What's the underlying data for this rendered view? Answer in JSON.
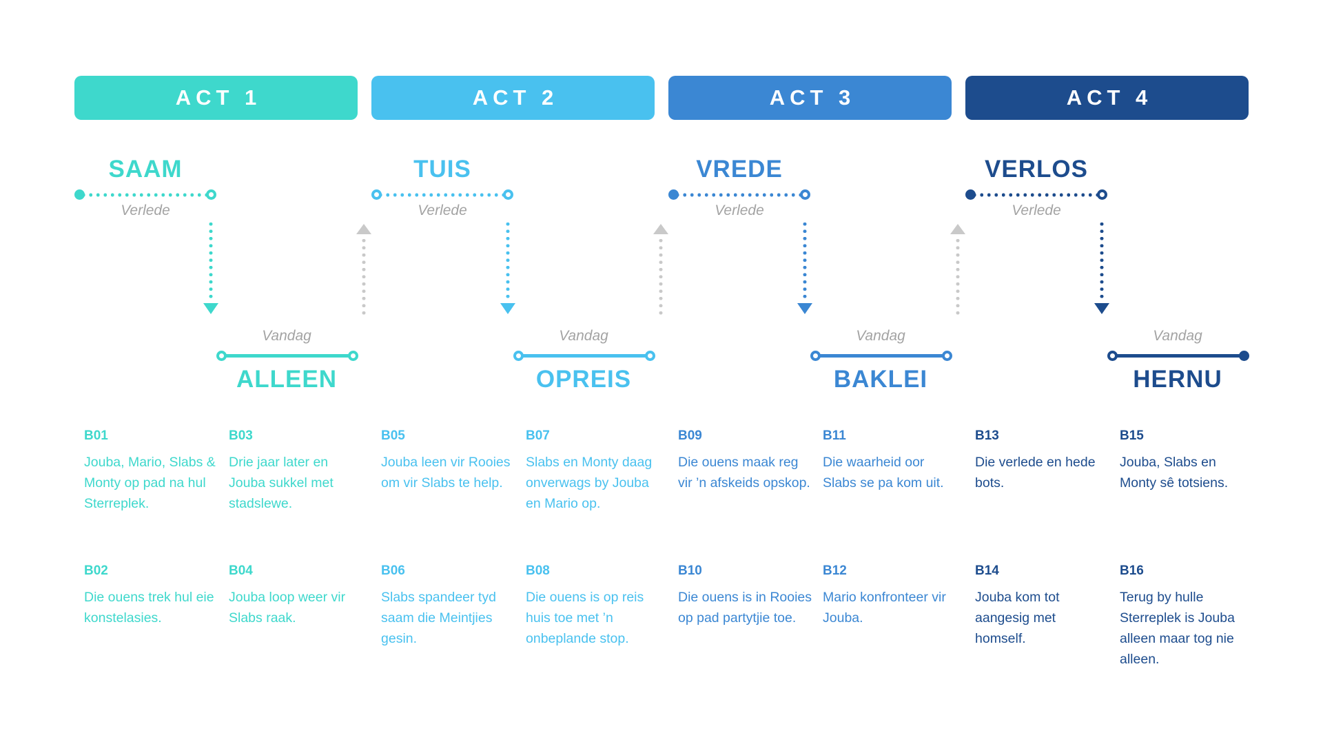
{
  "page": {
    "background": "#ffffff",
    "type": "story-beat-timeline-infographic"
  },
  "colors": {
    "act1": "#3ed8cc",
    "act2": "#49c1ef",
    "act3": "#3b87d3",
    "act4": "#1d4c8d",
    "caption_gray": "#a3a3a3",
    "connector_gray": "#c9c9c9",
    "header_text": "#ffffff"
  },
  "icons": {
    "down-arrow": "css-triangle-down",
    "up-arrow": "css-triangle-up",
    "line-endpoint-open": "ring-circle",
    "line-endpoint-filled": "solid-circle"
  },
  "acts": [
    {
      "label": "ACT 1",
      "color": "#3ed8cc",
      "timeline": {
        "top_word": "SAAM",
        "top_caption": "Verlede",
        "bottom_word": "ALLEEN",
        "bottom_caption": "Vandag",
        "top_line_ends": [
          "filled",
          "open"
        ],
        "bottom_line_ends": [
          "open",
          "open"
        ]
      },
      "beats_row1": [
        {
          "id": "B01",
          "text": "Jouba, Mario, Slabs & Monty op pad na hul Sterreplek."
        },
        {
          "id": "B03",
          "text": "Drie jaar later en Jouba sukkel met stadslewe."
        }
      ],
      "beats_row2": [
        {
          "id": "B02",
          "text": "Die ouens trek hul eie konstelasies."
        },
        {
          "id": "B04",
          "text": "Jouba loop weer vir Slabs raak."
        }
      ]
    },
    {
      "label": "ACT 2",
      "color": "#49c1ef",
      "timeline": {
        "top_word": "TUIS",
        "top_caption": "Verlede",
        "bottom_word": "OPREIS",
        "bottom_caption": "Vandag",
        "top_line_ends": [
          "open",
          "open"
        ],
        "bottom_line_ends": [
          "open",
          "open"
        ]
      },
      "beats_row1": [
        {
          "id": "B05",
          "text": "Jouba leen vir Rooies om vir Slabs te help."
        },
        {
          "id": "B07",
          "text": "Slabs en Monty daag onverwags by Jouba en Mario op."
        }
      ],
      "beats_row2": [
        {
          "id": "B06",
          "text": "Slabs spandeer tyd saam die Meintjies gesin."
        },
        {
          "id": "B08",
          "text": "Die ouens is op reis huis toe met ’n onbeplande stop."
        }
      ]
    },
    {
      "label": "ACT 3",
      "color": "#3b87d3",
      "timeline": {
        "top_word": "VREDE",
        "top_caption": "Verlede",
        "bottom_word": "BAKLEI",
        "bottom_caption": "Vandag",
        "top_line_ends": [
          "filled",
          "open"
        ],
        "bottom_line_ends": [
          "open",
          "open"
        ]
      },
      "beats_row1": [
        {
          "id": "B09",
          "text": "Die ouens maak reg vir ’n afskeids opskop."
        },
        {
          "id": "B11",
          "text": "Die waarheid oor Slabs se pa kom uit."
        }
      ],
      "beats_row2": [
        {
          "id": "B10",
          "text": "Die ouens is in Rooies op pad partytjie toe."
        },
        {
          "id": "B12",
          "text": "Mario konfronteer vir Jouba."
        }
      ]
    },
    {
      "label": "ACT 4",
      "color": "#1d4c8d",
      "timeline": {
        "top_word": "VERLOS",
        "top_caption": "Verlede",
        "bottom_word": "HERNU",
        "bottom_caption": "Vandag",
        "top_line_ends": [
          "filled",
          "open"
        ],
        "bottom_line_ends": [
          "open",
          "filled"
        ]
      },
      "beats_row1": [
        {
          "id": "B13",
          "text": "Die verlede en hede bots."
        },
        {
          "id": "B15",
          "text": "Jouba, Slabs en Monty sê totsiens."
        }
      ],
      "beats_row2": [
        {
          "id": "B14",
          "text": "Jouba kom tot aangesig met homself."
        },
        {
          "id": "B16",
          "text": "Terug by hulle Sterreplek is Jouba alleen maar tog nie alleen."
        }
      ]
    }
  ]
}
